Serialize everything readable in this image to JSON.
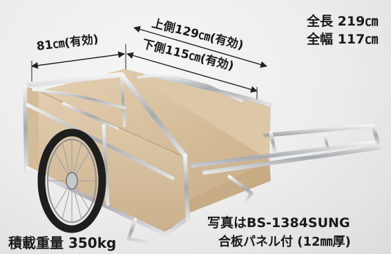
{
  "dimensions": {
    "depth_label": "81㎝(有効)",
    "top_length_label": "上側129㎝(有効)",
    "bottom_length_label": "下側115㎝(有効)"
  },
  "specs": {
    "total_length": "全長 219㎝",
    "total_width": "全幅 117㎝"
  },
  "load_capacity": "積載重量 350kg",
  "model_caption": "写真はBS-1384SUNG",
  "panel_caption": "合板パネル付 (12㎜厚)",
  "colors": {
    "background": "#ececec",
    "plywood": "#d9c3a2",
    "frame": "#b9bcc0",
    "tire": "#1e1e1e",
    "text": "#1a1a1a"
  }
}
